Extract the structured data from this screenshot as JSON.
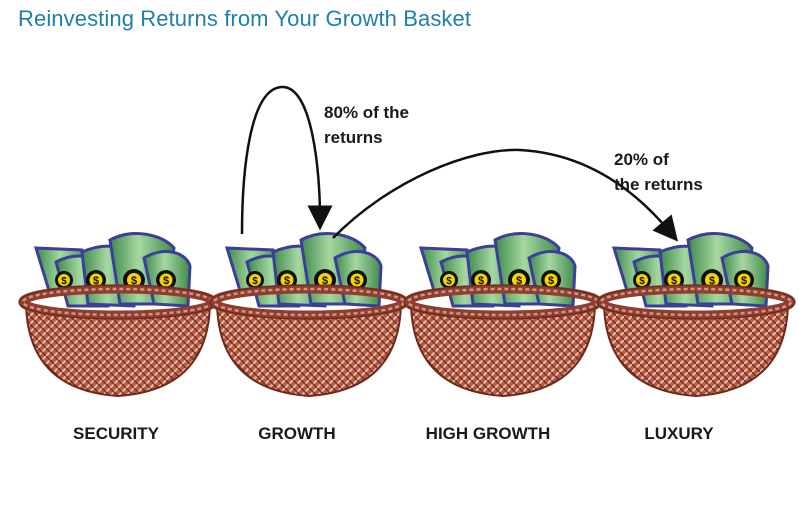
{
  "title": "Reinvesting Returns from Your Growth Basket",
  "baskets": [
    {
      "label": "SECURITY"
    },
    {
      "label": "GROWTH"
    },
    {
      "label": "HIGH GROWTH"
    },
    {
      "label": "LUXURY"
    }
  ],
  "arrows": [
    {
      "line1": "80% of the",
      "line2": "returns"
    },
    {
      "line1": "20% of",
      "line2": "the returns"
    }
  ],
  "colors": {
    "title": "#1e7fa8",
    "basket": "#a84a3a",
    "money": "#5eaa5e",
    "money_outline": "#3b3f9a",
    "coin": "#f5d500"
  },
  "icons": {
    "basket": "woven-basket-icon",
    "money": "dollar-bill-icon",
    "coin": "dollar-coin-icon"
  }
}
